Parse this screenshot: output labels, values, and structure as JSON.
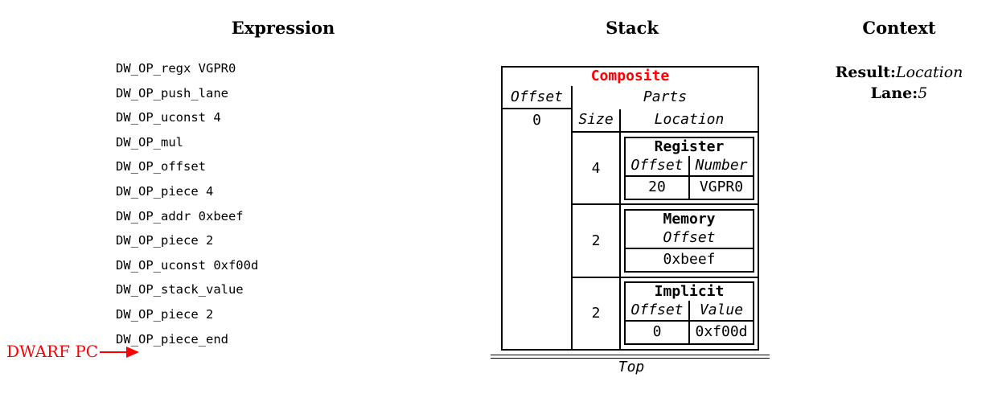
{
  "colors": {
    "accent_red": "#ff0000",
    "text": "#000000",
    "border": "#000000"
  },
  "headers": {
    "expression": "Expression",
    "stack": "Stack",
    "context": "Context"
  },
  "expression": {
    "ops": [
      "DW_OP_regx VGPR0",
      "DW_OP_push_lane",
      "DW_OP_uconst 4",
      "DW_OP_mul",
      "DW_OP_offset",
      "DW_OP_piece 4",
      "DW_OP_addr 0xbeef",
      "DW_OP_piece 2",
      "DW_OP_uconst 0xf00d",
      "DW_OP_stack_value",
      "DW_OP_piece 2",
      "DW_OP_piece_end"
    ],
    "pc_label": "DWARF PC"
  },
  "stack": {
    "composite": {
      "title": "Composite",
      "offset_header": "Offset",
      "offset_value": "0",
      "parts_header": "Parts",
      "size_header": "Size",
      "location_header": "Location",
      "parts": [
        {
          "size": "4",
          "kind": "Register",
          "col1_header": "Offset",
          "col2_header": "Number",
          "col1_value": "20",
          "col2_value": "VGPR0"
        },
        {
          "size": "2",
          "kind": "Memory",
          "col1_header": "Offset",
          "col1_value": "0xbeef"
        },
        {
          "size": "2",
          "kind": "Implicit",
          "col1_header": "Offset",
          "col2_header": "Value",
          "col1_value": "0",
          "col2_value": "0xf00d"
        }
      ]
    },
    "top_label": "Top"
  },
  "context": {
    "result_label": "Result:",
    "result_value": "Location",
    "lane_label": "Lane:",
    "lane_value": "5"
  }
}
